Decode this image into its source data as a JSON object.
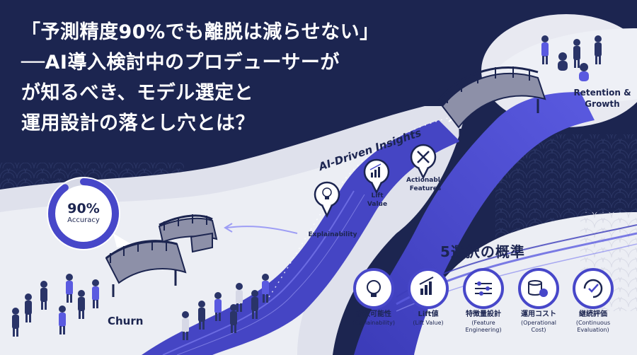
{
  "headline": {
    "line1": "「予測精度90%でも離脱は減らせない」",
    "line2": "──AI導入検討中のプロデューサーが",
    "line3": "が知るべき、モデル選定と",
    "line4": "運用設計の落とし穴とは？"
  },
  "gauge": {
    "percent_text": "90%",
    "caption": "Accuracy",
    "fill_fraction": 0.9
  },
  "churn_label": "Churn",
  "retention_label": [
    "Retention &",
    "Growth"
  ],
  "path_title": "AI-Driven Insights",
  "path_pins": [
    {
      "label": "Explainability",
      "icon": "lightbulb-icon"
    },
    {
      "label": "Lift\nValue",
      "icon": "bar-chart-up-icon"
    },
    {
      "label": "Actionable\nFeatures",
      "icon": "wrench-screwdriver-icon"
    }
  ],
  "criteria": {
    "title": "5選択の概準",
    "items": [
      {
        "label": "解釈可能性",
        "sub": "(Explainability)",
        "icon": "lightbulb-gear-icon"
      },
      {
        "label": "Lift値",
        "sub": "(Lift Value)",
        "icon": "bar-chart-up-icon"
      },
      {
        "label": "特徴量設計",
        "sub": "(Feature\nEngineering)",
        "icon": "sliders-icon"
      },
      {
        "label": "運用コスト",
        "sub": "(Operational\nCost)",
        "icon": "coins-icon"
      },
      {
        "label": "継続評価",
        "sub": "(Continuous\nEvaluation)",
        "icon": "cycle-check-icon"
      }
    ]
  },
  "colors": {
    "navy": "#1c2550",
    "indigo": "#4747c9",
    "pale": "#e6e7ef",
    "white": "#ffffff"
  }
}
